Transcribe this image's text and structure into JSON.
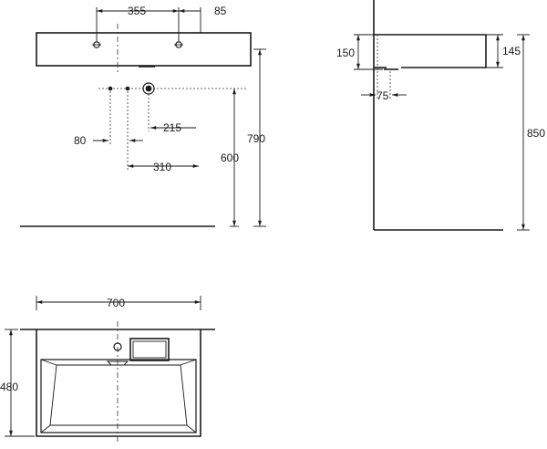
{
  "front_view": {
    "dim_355": "355",
    "dim_85": "85",
    "dim_215": "215",
    "dim_80": "80",
    "dim_310": "310",
    "dim_600": "600",
    "dim_790": "790"
  },
  "side_view": {
    "dim_150": "150",
    "dim_145": "145",
    "dim_75": "75",
    "dim_850": "850"
  },
  "top_view": {
    "dim_700": "700",
    "dim_480": "480"
  }
}
